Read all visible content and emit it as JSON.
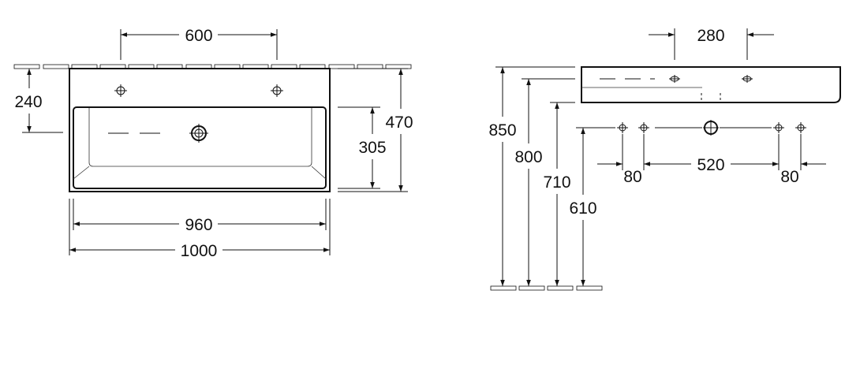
{
  "front_view": {
    "tap_hole_spacing": "600",
    "height_above_wall_line": "240",
    "overall_depth": "470",
    "bowl_depth": "305",
    "bowl_width": "960",
    "overall_width": "1000"
  },
  "side_view": {
    "tap_hole_spacing": "280",
    "height_top_edge": "850",
    "height_rim": "800",
    "height_underside": "710",
    "height_fixing": "610",
    "fixing_offset_left": "80",
    "fixing_spacing": "520",
    "fixing_offset_right": "80"
  }
}
